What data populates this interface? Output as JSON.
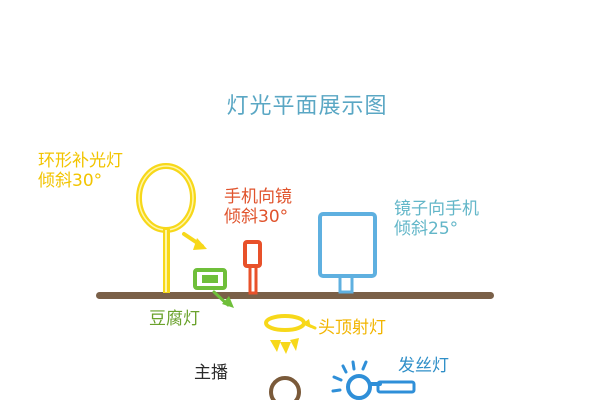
{
  "title": "灯光平面展示图",
  "labels": {
    "ring_light": {
      "line1": "环形补光灯",
      "line2": "倾斜30°"
    },
    "phone": {
      "line1": "手机向镜",
      "line2": "倾斜30°"
    },
    "mirror": {
      "line1": "镜子向手机",
      "line2": "倾斜25°"
    },
    "tofu_light": "豆腐灯",
    "top_light": "头顶射灯",
    "host": "主播",
    "hair_light": "发丝灯"
  },
  "colors": {
    "title": "#5aa7c4",
    "table": "#7a6048",
    "ring_light": "#f7d81a",
    "phone": "#e8512a",
    "mirror": "#5fb0e0",
    "tofu_light": "#6fbf3a",
    "top_light": "#f7d81a",
    "host": "#7a5a3a",
    "hair_light": "#2f8fd8"
  }
}
